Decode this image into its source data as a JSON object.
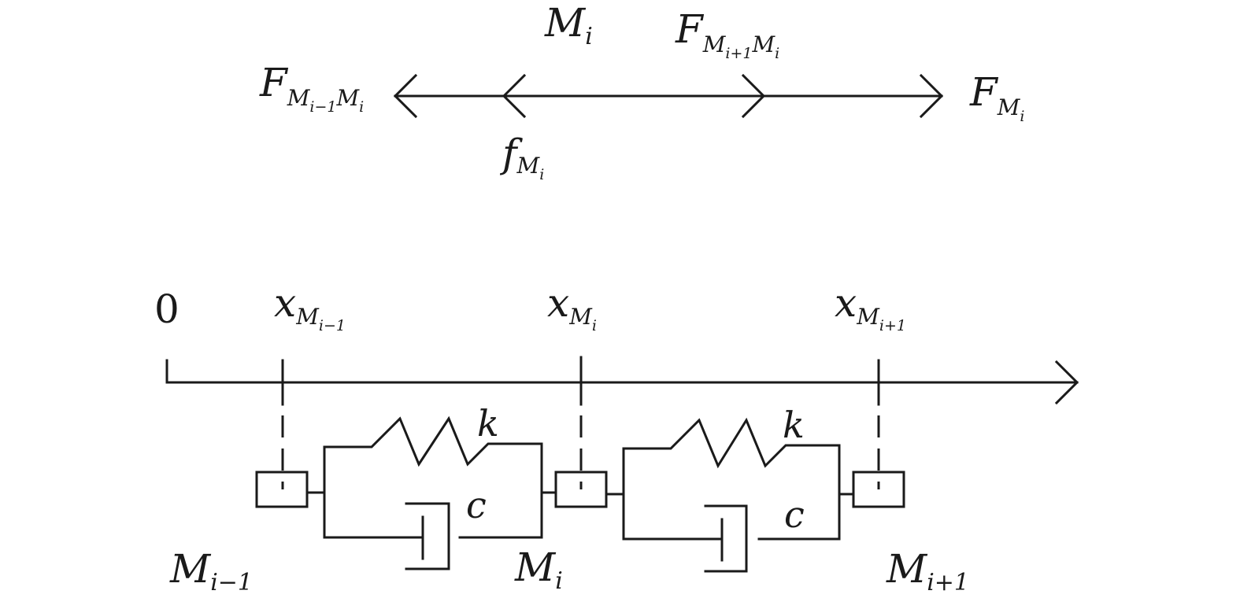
{
  "force_diagram": {
    "mass_label": {
      "main": "M",
      "sub": "i"
    },
    "left_force": {
      "main": "F",
      "sub": "M",
      "subsub": "i−1",
      "sub2": "M",
      "subsub2": "i"
    },
    "top_force": {
      "main": "F",
      "sub": "M",
      "subsub": "i+1",
      "sub2": "M",
      "subsub2": "i"
    },
    "right_force": {
      "main": "F",
      "sub": "M",
      "subsub": "i"
    },
    "friction_force": {
      "main": "f",
      "sub": "M",
      "subsub": "i"
    }
  },
  "axis": {
    "origin_label": "0",
    "positions": [
      {
        "main": "x",
        "sub": "M",
        "subsub": "i−1"
      },
      {
        "main": "x",
        "sub": "M",
        "subsub": "i"
      },
      {
        "main": "x",
        "sub": "M",
        "subsub": "i+1"
      }
    ]
  },
  "masses": [
    {
      "main": "M",
      "sub": "i−1"
    },
    {
      "main": "M",
      "sub": "i"
    },
    {
      "main": "M",
      "sub": "i+1"
    }
  ],
  "links": [
    {
      "spring": "k",
      "damper": "c"
    },
    {
      "spring": "k",
      "damper": "c"
    }
  ]
}
